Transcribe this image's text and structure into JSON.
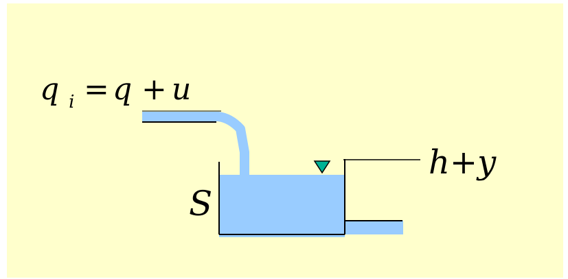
{
  "diagram": {
    "inflow_label": {
      "q": "q",
      "subscript": "i",
      "equals": "=",
      "q2": "q",
      "plus": "+",
      "u": "u"
    },
    "level_label": "h+y",
    "area_label": "S"
  },
  "colors": {
    "background": "#FFFFCC",
    "water": "#99CCFF",
    "marker": "#00B294",
    "outline": "#000000"
  }
}
